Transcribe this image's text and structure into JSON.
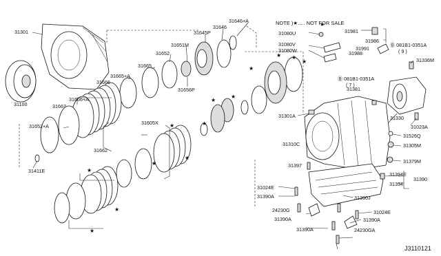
{
  "note_text": "NOTE )★..... NOT FOR SALE",
  "diagram_id": "J3110121",
  "labels": {
    "p31301": "31301",
    "p31100": "31100",
    "p31646a": "31646+A",
    "p31646": "31646",
    "p31645p": "31645P",
    "p31651m": "31651M",
    "p31652": "31652",
    "p31656p": "31656P",
    "p31665": "31665",
    "p31665a": "31665+A",
    "p31666": "31666",
    "p31666a": "31666+A",
    "p31667": "31667",
    "p31652a": "31652+A",
    "p31662": "31662",
    "p31411e": "31411E",
    "p31605x": "31605X",
    "p31080u": "31080U",
    "p31080v": "31080V",
    "p31080w": "31080W",
    "p31981": "31981",
    "p31986": "31986",
    "p31991": "31991",
    "p31988": "31988",
    "b081b1_9": "Ⓑ 081B1-0351A",
    "q9": "( 9 )",
    "p31336m": "31336M",
    "b081b1_7": "Ⓑ 081B1-0351A",
    "q7": "( 7 )",
    "p31381": "31381",
    "p31301a": "31301A",
    "p31330": "31330",
    "p31023a": "31023A",
    "p31526q": "31526Q",
    "p31305m": "31305M",
    "p31310c": "31310C",
    "p31397": "31397",
    "p31379m": "31379M",
    "p31394e": "31394E",
    "p31390": "31390",
    "p31394": "31394",
    "p31024e_l": "31024E",
    "p31390a_1": "31390A",
    "p31390j": "31390J",
    "p24230g": "24230G",
    "p31024e_r": "31024E",
    "p31390a_2": "31390A",
    "p31390a_3": "31390A",
    "p31390a_4": "31390A",
    "p24230ga": "24230GA"
  }
}
